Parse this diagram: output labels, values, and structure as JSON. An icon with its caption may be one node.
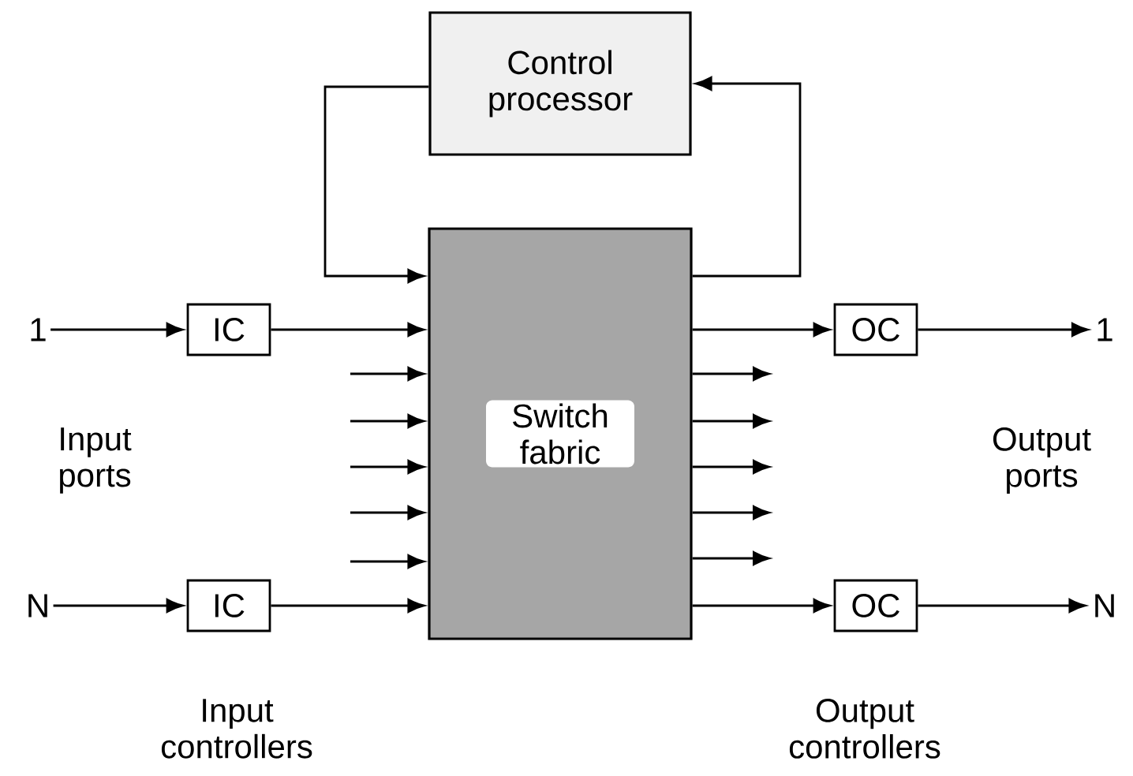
{
  "diagram": {
    "nodes": [
      {
        "text": [
          "Control processor"
        ]
      },
      {
        "text": [
          "Switch fabric"
        ]
      },
      {
        "text": [
          "1"
        ]
      },
      {
        "text": [
          "IC"
        ]
      },
      {
        "text": [
          "N"
        ]
      },
      {
        "text": [
          "IC"
        ]
      },
      {
        "text": [
          "OC"
        ]
      },
      {
        "text": [
          "1"
        ]
      },
      {
        "text": [
          "OC"
        ]
      },
      {
        "text": [
          "N"
        ]
      }
    ],
    "edges": [
      {
        "from": 0,
        "to": 1,
        "arrow": "to"
      },
      {
        "from": 1,
        "to": 0,
        "arrow": "to"
      },
      {
        "from": 2,
        "to": 3,
        "arrow": "to"
      },
      {
        "from": 3,
        "to": 1,
        "arrow": "to"
      },
      {
        "from": null,
        "to": 1,
        "arrow": "to"
      },
      {
        "from": null,
        "to": 1,
        "arrow": "to"
      },
      {
        "from": null,
        "to": 1,
        "arrow": "to"
      },
      {
        "from": null,
        "to": 1,
        "arrow": "to"
      },
      {
        "from": null,
        "to": 1,
        "arrow": "to"
      },
      {
        "from": 4,
        "to": 5,
        "arrow": "to"
      },
      {
        "from": 5,
        "to": 1,
        "arrow": "to"
      },
      {
        "from": 1,
        "to": 6,
        "arrow": "to"
      },
      {
        "from": 6,
        "to": 7,
        "arrow": "to"
      },
      {
        "from": 1,
        "to": null,
        "arrow": "to"
      },
      {
        "from": 1,
        "to": null,
        "arrow": "to"
      },
      {
        "from": 1,
        "to": null,
        "arrow": "to"
      },
      {
        "from": 1,
        "to": null,
        "arrow": "to"
      },
      {
        "from": 1,
        "to": null,
        "arrow": "to"
      },
      {
        "from": 1,
        "to": 8,
        "arrow": "to"
      },
      {
        "from": 8,
        "to": 9,
        "arrow": "to"
      }
    ],
    "labels": [
      "Input ports",
      "Output ports",
      "Input controllers",
      "Output controllers"
    ]
  }
}
